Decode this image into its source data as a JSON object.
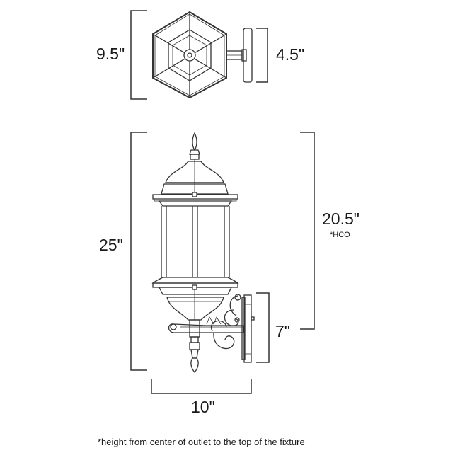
{
  "diagram": {
    "type": "product-dimension-drawing",
    "subject": "outdoor wall lantern",
    "views": [
      "top-view",
      "side-view"
    ],
    "dimensions": {
      "top_width": "9.5\"",
      "backplate_width": "4.5\"",
      "overall_height": "25\"",
      "hco_height": "20.5\"",
      "hco_note": "*HCO",
      "backplate_height": "7\"",
      "extension": "10\""
    },
    "footnote": "*height from center of outlet to the top of the fixture",
    "colors": {
      "line": "#333333",
      "text": "#1a1a1a",
      "background": "#ffffff"
    }
  }
}
